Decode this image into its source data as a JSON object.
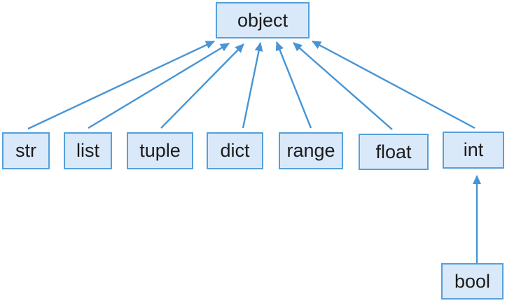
{
  "diagram": {
    "nodes": {
      "object": {
        "label": "object"
      },
      "str": {
        "label": "str"
      },
      "list": {
        "label": "list"
      },
      "tuple": {
        "label": "tuple"
      },
      "dict": {
        "label": "dict"
      },
      "range": {
        "label": "range"
      },
      "float": {
        "label": "float"
      },
      "int": {
        "label": "int"
      },
      "bool": {
        "label": "bool"
      }
    },
    "edges": [
      {
        "from": "str",
        "to": "object"
      },
      {
        "from": "list",
        "to": "object"
      },
      {
        "from": "tuple",
        "to": "object"
      },
      {
        "from": "dict",
        "to": "object"
      },
      {
        "from": "range",
        "to": "object"
      },
      {
        "from": "float",
        "to": "object"
      },
      {
        "from": "int",
        "to": "object"
      },
      {
        "from": "bool",
        "to": "int"
      }
    ],
    "colors": {
      "box_fill": "#d9e9fa",
      "box_border": "#55a0da",
      "arrow": "#4795d6",
      "text": "#1b1b1b",
      "background": "#ffffff"
    }
  }
}
